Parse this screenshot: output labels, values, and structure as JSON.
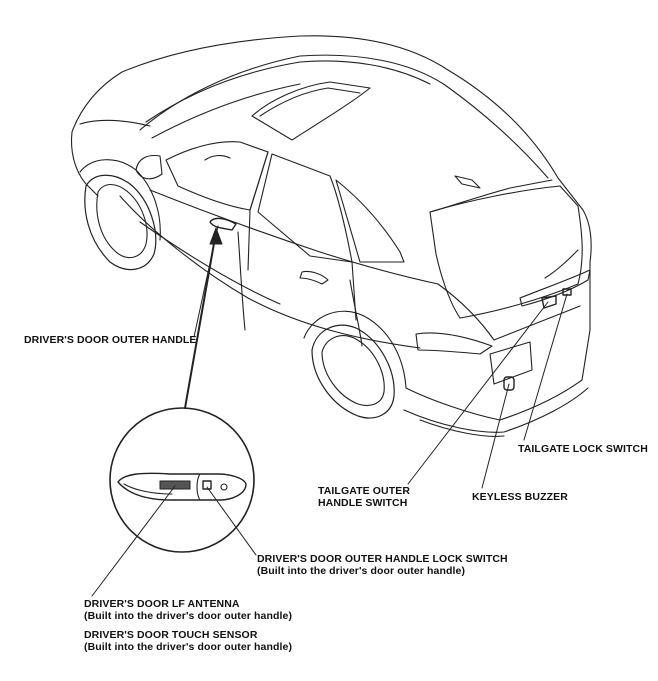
{
  "labels": {
    "drivers_door_outer_handle": "DRIVER'S DOOR OUTER HANDLE",
    "tailgate_lock_switch": "TAILGATE LOCK SWITCH",
    "tailgate_outer_handle_switch_line1": "TAILGATE OUTER",
    "tailgate_outer_handle_switch_line2": "HANDLE SWITCH",
    "keyless_buzzer": "KEYLESS BUZZER",
    "lock_switch_title": "DRIVER'S DOOR OUTER HANDLE LOCK SWITCH",
    "lock_switch_note": "(Built into the driver's door outer handle)",
    "lf_antenna_title": "DRIVER'S DOOR LF ANTENNA",
    "lf_antenna_note": "(Built into the driver's door outer handle)",
    "touch_sensor_title": "DRIVER'S DOOR TOUCH SENSOR",
    "touch_sensor_note": "(Built into the driver's door outer handle)"
  }
}
